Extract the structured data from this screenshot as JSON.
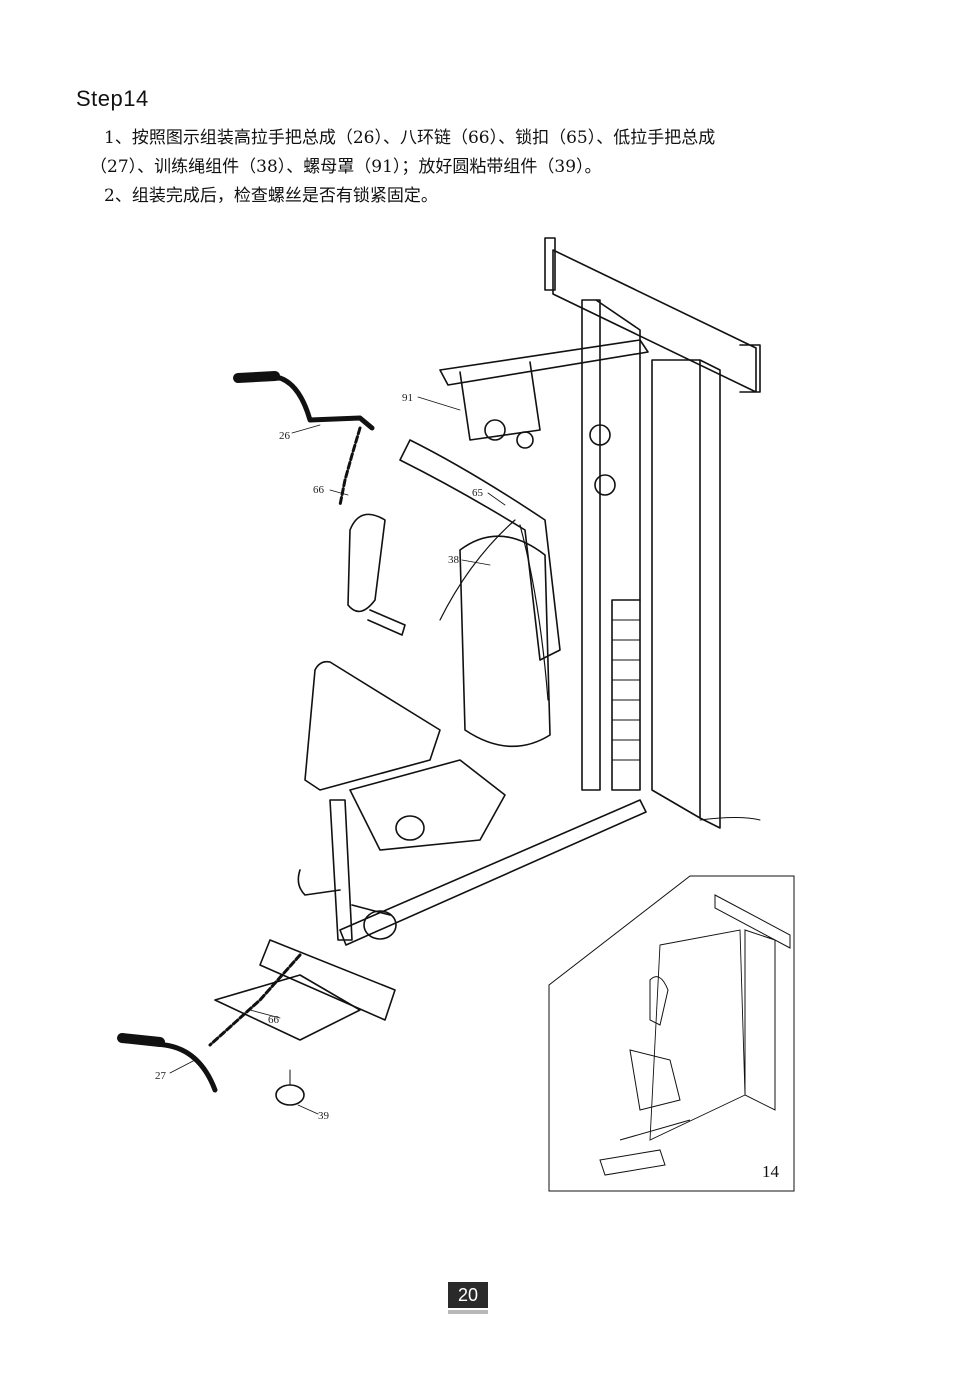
{
  "step": {
    "title": "Step14"
  },
  "instructions": {
    "line1": "1、按照图示组装高拉手把总成（26）、八环链（66）、锁扣（65）、低拉手把总成",
    "line2": "（27）、训练绳组件（38）、螺母罩（91）；放好圆粘带组件（39）。",
    "line3": "2、组装完成后，检查螺丝是否有锁紧固定。"
  },
  "callouts": {
    "c91": "91",
    "c26": "26",
    "c66a": "66",
    "c65": "65",
    "c38": "38",
    "c66b": "66",
    "c27": "27",
    "c39": "39"
  },
  "inset": {
    "label": "14"
  },
  "footer": {
    "page_number": "20"
  }
}
